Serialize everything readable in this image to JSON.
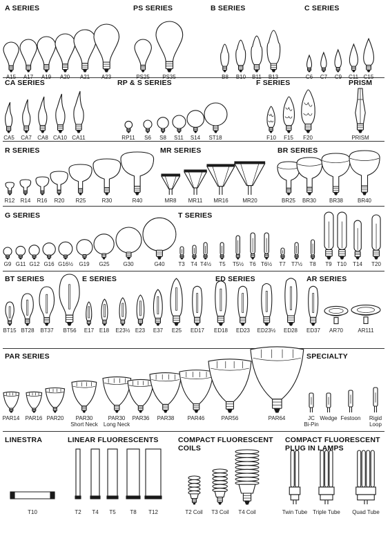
{
  "sections": [
    {
      "id": "a",
      "title": "A SERIES",
      "items": [
        "A15",
        "A17",
        "A19",
        "A20",
        "A21",
        "A23"
      ]
    },
    {
      "id": "ps",
      "title": "PS SERIES",
      "items": [
        "PS25",
        "PS35"
      ]
    },
    {
      "id": "b",
      "title": "B SERIES",
      "items": [
        "B8",
        "B10",
        "B11",
        "B13"
      ]
    },
    {
      "id": "c",
      "title": "C SERIES",
      "items": [
        "C6",
        "C7",
        "C9",
        "C11",
        "C15"
      ]
    },
    {
      "id": "ca",
      "title": "CA SERIES",
      "items": [
        "CA5",
        "CA7",
        "CA8",
        "CA10",
        "CA11"
      ]
    },
    {
      "id": "rps",
      "title": "RP & S SERIES",
      "items": [
        "RP11",
        "S6",
        "S8",
        "S11",
        "S14",
        "ST18"
      ]
    },
    {
      "id": "f",
      "title": "F SERIES",
      "items": [
        "F10",
        "F15",
        "F20"
      ]
    },
    {
      "id": "prism",
      "title": "PRISM",
      "items": [
        "PRISM"
      ]
    },
    {
      "id": "r",
      "title": "R SERIES",
      "items": [
        "R12",
        "R14",
        "R16",
        "R20",
        "R25",
        "R30",
        "R40"
      ]
    },
    {
      "id": "mr",
      "title": "MR SERIES",
      "items": [
        "MR8",
        "MR11",
        "MR16",
        "MR20"
      ]
    },
    {
      "id": "br",
      "title": "BR SERIES",
      "items": [
        "BR25",
        "BR30",
        "BR38",
        "BR40"
      ]
    },
    {
      "id": "g",
      "title": "G SERIES",
      "items": [
        "G9",
        "G11",
        "G12",
        "G16",
        "G16½",
        "G19",
        "G25",
        "G30",
        "G40"
      ]
    },
    {
      "id": "t",
      "title": "T SERIES",
      "items": [
        "T3",
        "T4",
        "T4½",
        "T5",
        "T5½",
        "T6",
        "T6½",
        "T7",
        "T7½",
        "T8",
        "T9",
        "T10",
        "T14",
        "T20"
      ]
    },
    {
      "id": "bt",
      "title": "BT SERIES",
      "items": [
        "BT15",
        "BT28",
        "BT37",
        "BT56"
      ]
    },
    {
      "id": "e",
      "title": "E SERIES",
      "items": [
        "E17",
        "E18",
        "E23½",
        "E23",
        "E37",
        "E25"
      ]
    },
    {
      "id": "ed",
      "title": "ED SERIES",
      "items": [
        "ED17",
        "ED18",
        "ED23",
        "ED23½",
        "ED28",
        "ED37"
      ]
    },
    {
      "id": "ar",
      "title": "AR SERIES",
      "items": [
        "AR70",
        "AR111"
      ]
    },
    {
      "id": "par",
      "title": "PAR SERIES",
      "items": [
        "PAR14",
        "PAR16",
        "PAR20",
        "PAR30\nShort Neck",
        "PAR30\nLong Neck",
        "PAR36",
        "PAR38",
        "PAR46",
        "PAR56",
        "PAR64"
      ]
    },
    {
      "id": "specialty",
      "title": "SPECIALTY",
      "items": [
        "JC\nBi-Pin",
        "Wedge",
        "Festoon",
        "Rigid\nLoop"
      ]
    },
    {
      "id": "linestra",
      "title": "LINESTRA",
      "items": [
        "T10"
      ]
    },
    {
      "id": "linear",
      "title": "LINEAR FLUORESCENTS",
      "items": [
        "T2",
        "T4",
        "T5",
        "T8",
        "T12"
      ]
    },
    {
      "id": "cflcoils",
      "title": "COMPACT FLUORESCENT\nCOILS",
      "items": [
        "T2 Coil",
        "T3 Coil",
        "T4 Coil"
      ]
    },
    {
      "id": "cflplug",
      "title": "COMPACT FLUORESCENT\nPLUG IN LAMPS",
      "items": [
        "Twin Tube",
        "Triple Tube",
        "Quad Tube"
      ]
    }
  ]
}
